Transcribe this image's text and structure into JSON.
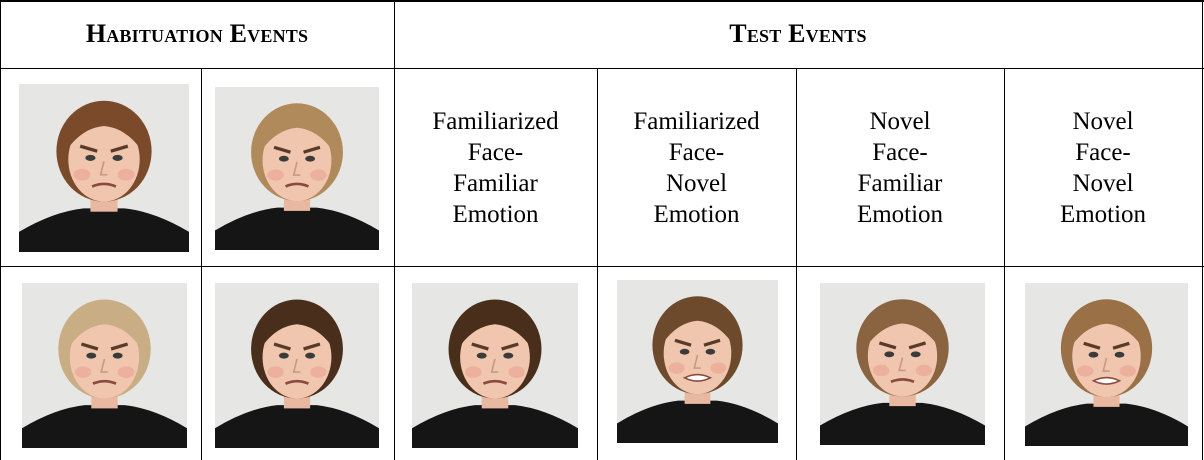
{
  "headers": {
    "habituation": "Habituation Events",
    "test": "Test Events"
  },
  "test_labels": [
    [
      "Familiarized",
      "Face-",
      "Familiar",
      "Emotion"
    ],
    [
      "Familiarized",
      "Face-",
      "Novel",
      "Emotion"
    ],
    [
      "Novel",
      "Face-",
      "Familiar",
      "Emotion"
    ],
    [
      "Novel",
      "Face-",
      "Novel",
      "Emotion"
    ]
  ],
  "photos": {
    "row1": [
      {
        "name": "child-a-angry",
        "hair": "#7a4a2a",
        "shirt": "#151515",
        "expression": "angry"
      },
      {
        "name": "child-b-angry",
        "hair": "#b08a5a",
        "shirt": "#151515",
        "expression": "angry"
      }
    ],
    "row2": [
      {
        "name": "child-c-angry",
        "hair": "#c9ad84",
        "shirt": "#151515",
        "expression": "angry"
      },
      {
        "name": "child-d-angry",
        "hair": "#4a2e1c",
        "shirt": "#151515",
        "expression": "angry"
      },
      {
        "name": "child-d-angry-repeat",
        "hair": "#4a2e1c",
        "shirt": "#151515",
        "expression": "angry"
      },
      {
        "name": "child-e-disgust",
        "hair": "#6e4a2c",
        "shirt": "#151515",
        "expression": "disgust"
      },
      {
        "name": "child-f-angry",
        "hair": "#8a6340",
        "shirt": "#151515",
        "expression": "angry"
      },
      {
        "name": "child-g-disgust",
        "hair": "#9a7046",
        "shirt": "#151515",
        "expression": "disgust"
      }
    ]
  }
}
